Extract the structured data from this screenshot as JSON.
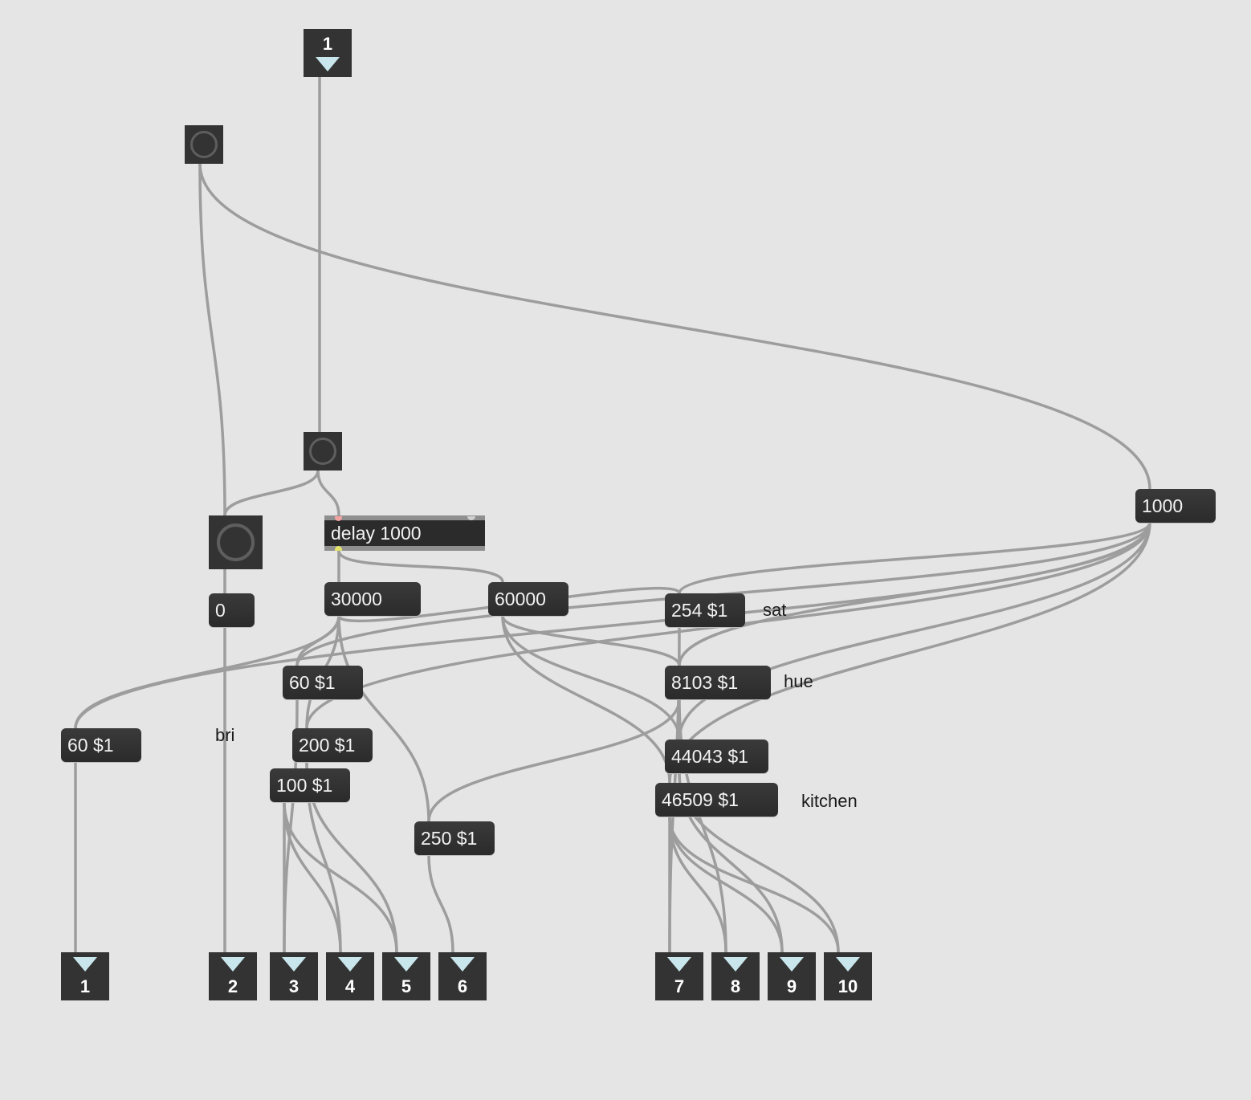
{
  "inlet": {
    "number": "1"
  },
  "delay": {
    "label": "delay 1000"
  },
  "messages": {
    "m1000": "1000",
    "m0": "0",
    "m30000": "30000",
    "m60000": "60000",
    "m254": "254 $1",
    "m8103": "8103 $1",
    "m60a": "60 $1",
    "m60b": "60 $1",
    "m200": "200 $1",
    "m100": "100 $1",
    "m250": "250 $1",
    "m44043": "44043 $1",
    "m46509": "46509 $1"
  },
  "comments": {
    "sat": "sat",
    "hue": "hue",
    "bri": "bri",
    "kitchen": "kitchen"
  },
  "outlets": [
    "1",
    "2",
    "3",
    "4",
    "5",
    "6",
    "7",
    "8",
    "9",
    "10"
  ],
  "colors": {
    "background": "#e5e5e5",
    "box": "#333333",
    "cable": "#a0a0a0",
    "triangle": "#c8e6ec"
  }
}
